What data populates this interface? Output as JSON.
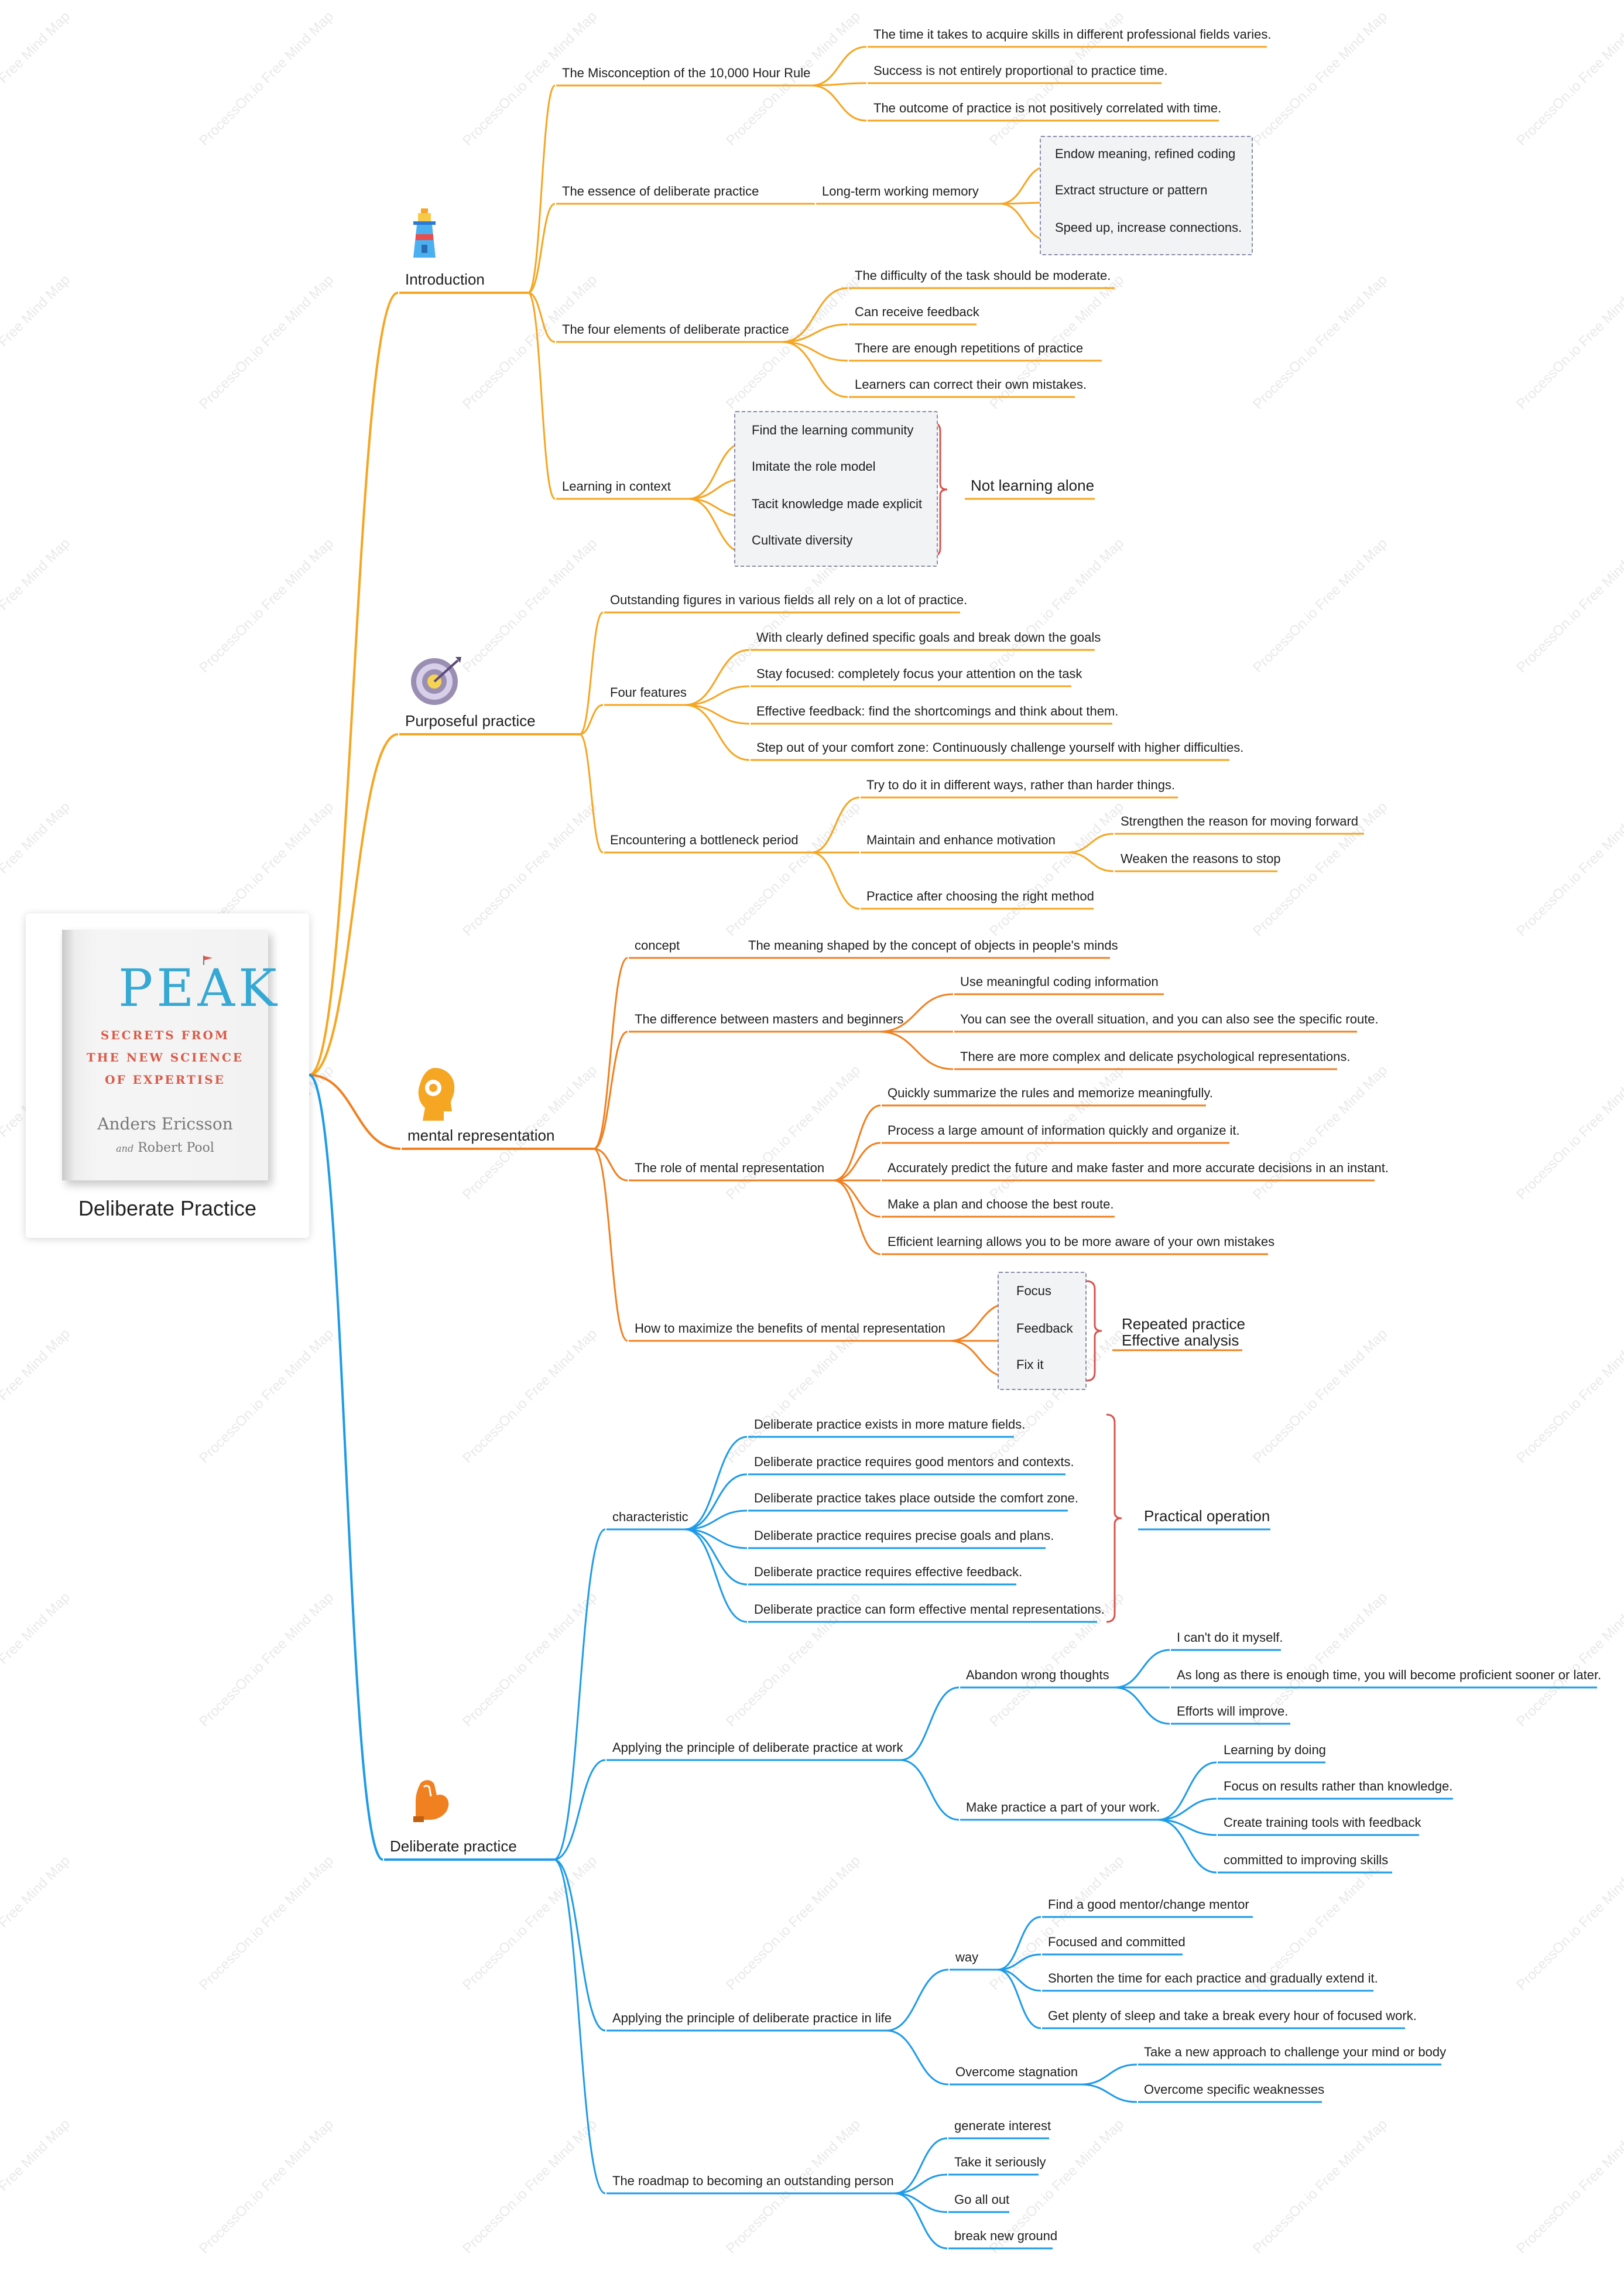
{
  "root": {
    "title": "Deliberate Practice",
    "book": {
      "title": "PEAK",
      "subtitle_lines": [
        "SECRETS FROM",
        "THE NEW SCIENCE",
        "OF EXPERTISE"
      ],
      "author": "Anders Ericsson",
      "coauthor_prefix": "and",
      "coauthor": "Robert Pool"
    }
  },
  "watermark": "ProcessOn.io Free Mind Map",
  "colors": {
    "intro": "#f5a623",
    "purposeful": "#f5a623",
    "mental": "#f08020",
    "deliberate": "#1e9be8",
    "group_bracket": "#d9534f",
    "dash_box": "#8a8aa8"
  },
  "branches": [
    {
      "label": "Introduction",
      "icon": "lighthouse-icon",
      "children": [
        {
          "label": "The Misconception of the 10,000 Hour Rule",
          "children": [
            "The time it takes to acquire skills in different professional fields varies.",
            "Success is not entirely proportional to practice time.",
            "The outcome of practice is not positively correlated with time."
          ]
        },
        {
          "label": "The essence of deliberate practice",
          "child": "Long-term working memory",
          "grandchildren": [
            "Endow meaning, refined coding",
            "Extract structure or pattern",
            "Speed up, increase connections."
          ]
        },
        {
          "label": "The four elements of deliberate practice",
          "children": [
            "The difficulty of the task should be moderate.",
            "Can receive feedback",
            "There are enough repetitions of practice",
            "Learners can correct their own mistakes."
          ]
        },
        {
          "label": "Learning in context",
          "children": [
            "Find the learning community",
            "Imitate the role model",
            "Tacit knowledge made explicit",
            "Cultivate diversity"
          ],
          "summary": "Not learning alone"
        }
      ]
    },
    {
      "label": "Purposeful practice",
      "icon": "target-icon",
      "children": [
        {
          "label": "Outstanding figures in various fields all rely on a lot of practice."
        },
        {
          "label": "Four features",
          "children": [
            "With clearly defined specific goals and break down the goals",
            "Stay focused: completely focus your attention on the task",
            "Effective feedback: find the shortcomings and think about them.",
            "Step out of your comfort zone: Continuously challenge yourself with higher difficulties."
          ]
        },
        {
          "label": "Encountering a bottleneck period",
          "children": [
            {
              "label": "Try to do it in different ways, rather than harder things."
            },
            {
              "label": "Maintain and enhance motivation",
              "children": [
                "Strengthen the reason for moving forward",
                "Weaken the reasons to stop"
              ]
            },
            {
              "label": "Practice after choosing the right method"
            }
          ]
        }
      ]
    },
    {
      "label": "mental representation",
      "icon": "head-icon",
      "children": [
        {
          "label": "concept",
          "child": "The meaning shaped by the concept of objects in people's minds"
        },
        {
          "label": "The difference between masters and beginners",
          "children": [
            "Use meaningful coding information",
            "You can see the overall situation, and you can also see the specific route.",
            "There are more complex and delicate psychological representations."
          ]
        },
        {
          "label": "The role of mental representation",
          "children": [
            "Quickly summarize the rules and memorize meaningfully.",
            "Process a large amount of information quickly and organize it.",
            "Accurately predict the future and make faster and more accurate decisions in an instant.",
            "Make a plan and choose the best route.",
            "Efficient learning allows you to be more aware of your own mistakes"
          ]
        },
        {
          "label": "How to maximize the benefits of mental representation",
          "children": [
            "Focus",
            "Feedback",
            "Fix it"
          ],
          "summary_lines": [
            "Repeated practice",
            "Effective analysis"
          ]
        }
      ]
    },
    {
      "label": "Deliberate practice",
      "icon": "flexed-arm-icon",
      "children": [
        {
          "label": "characteristic",
          "children": [
            "Deliberate practice exists in more mature fields.",
            "Deliberate practice requires good mentors and contexts.",
            "Deliberate practice takes place outside the comfort zone.",
            "Deliberate practice requires precise goals and plans.",
            "Deliberate practice requires effective feedback.",
            "Deliberate practice can form effective mental representations."
          ],
          "summary": "Practical operation"
        },
        {
          "label": "Applying the principle of deliberate practice at work",
          "children": [
            {
              "label": "Abandon wrong thoughts",
              "children": [
                "I can't do it myself.",
                "As long as there is enough time, you will become proficient sooner or later.",
                "Efforts will improve."
              ]
            },
            {
              "label": "Make practice a part of your work.",
              "children": [
                "Learning by doing",
                "Focus on results rather than knowledge.",
                "Create training tools with feedback",
                "committed to improving skills"
              ]
            }
          ]
        },
        {
          "label": "Applying the principle of deliberate practice in life",
          "children": [
            {
              "label": "way",
              "children": [
                "Find a good mentor/change mentor",
                "Focused and committed",
                "Shorten the time for each practice and gradually extend it.",
                "Get plenty of sleep and take a break every hour of focused work."
              ]
            },
            {
              "label": "Overcome stagnation",
              "children": [
                "Take a new approach to challenge your mind or body",
                "Overcome specific weaknesses"
              ]
            }
          ]
        },
        {
          "label": "The roadmap to becoming an outstanding person",
          "children": [
            "generate interest",
            "Take it seriously",
            "Go all out",
            "break new ground"
          ]
        }
      ]
    }
  ]
}
